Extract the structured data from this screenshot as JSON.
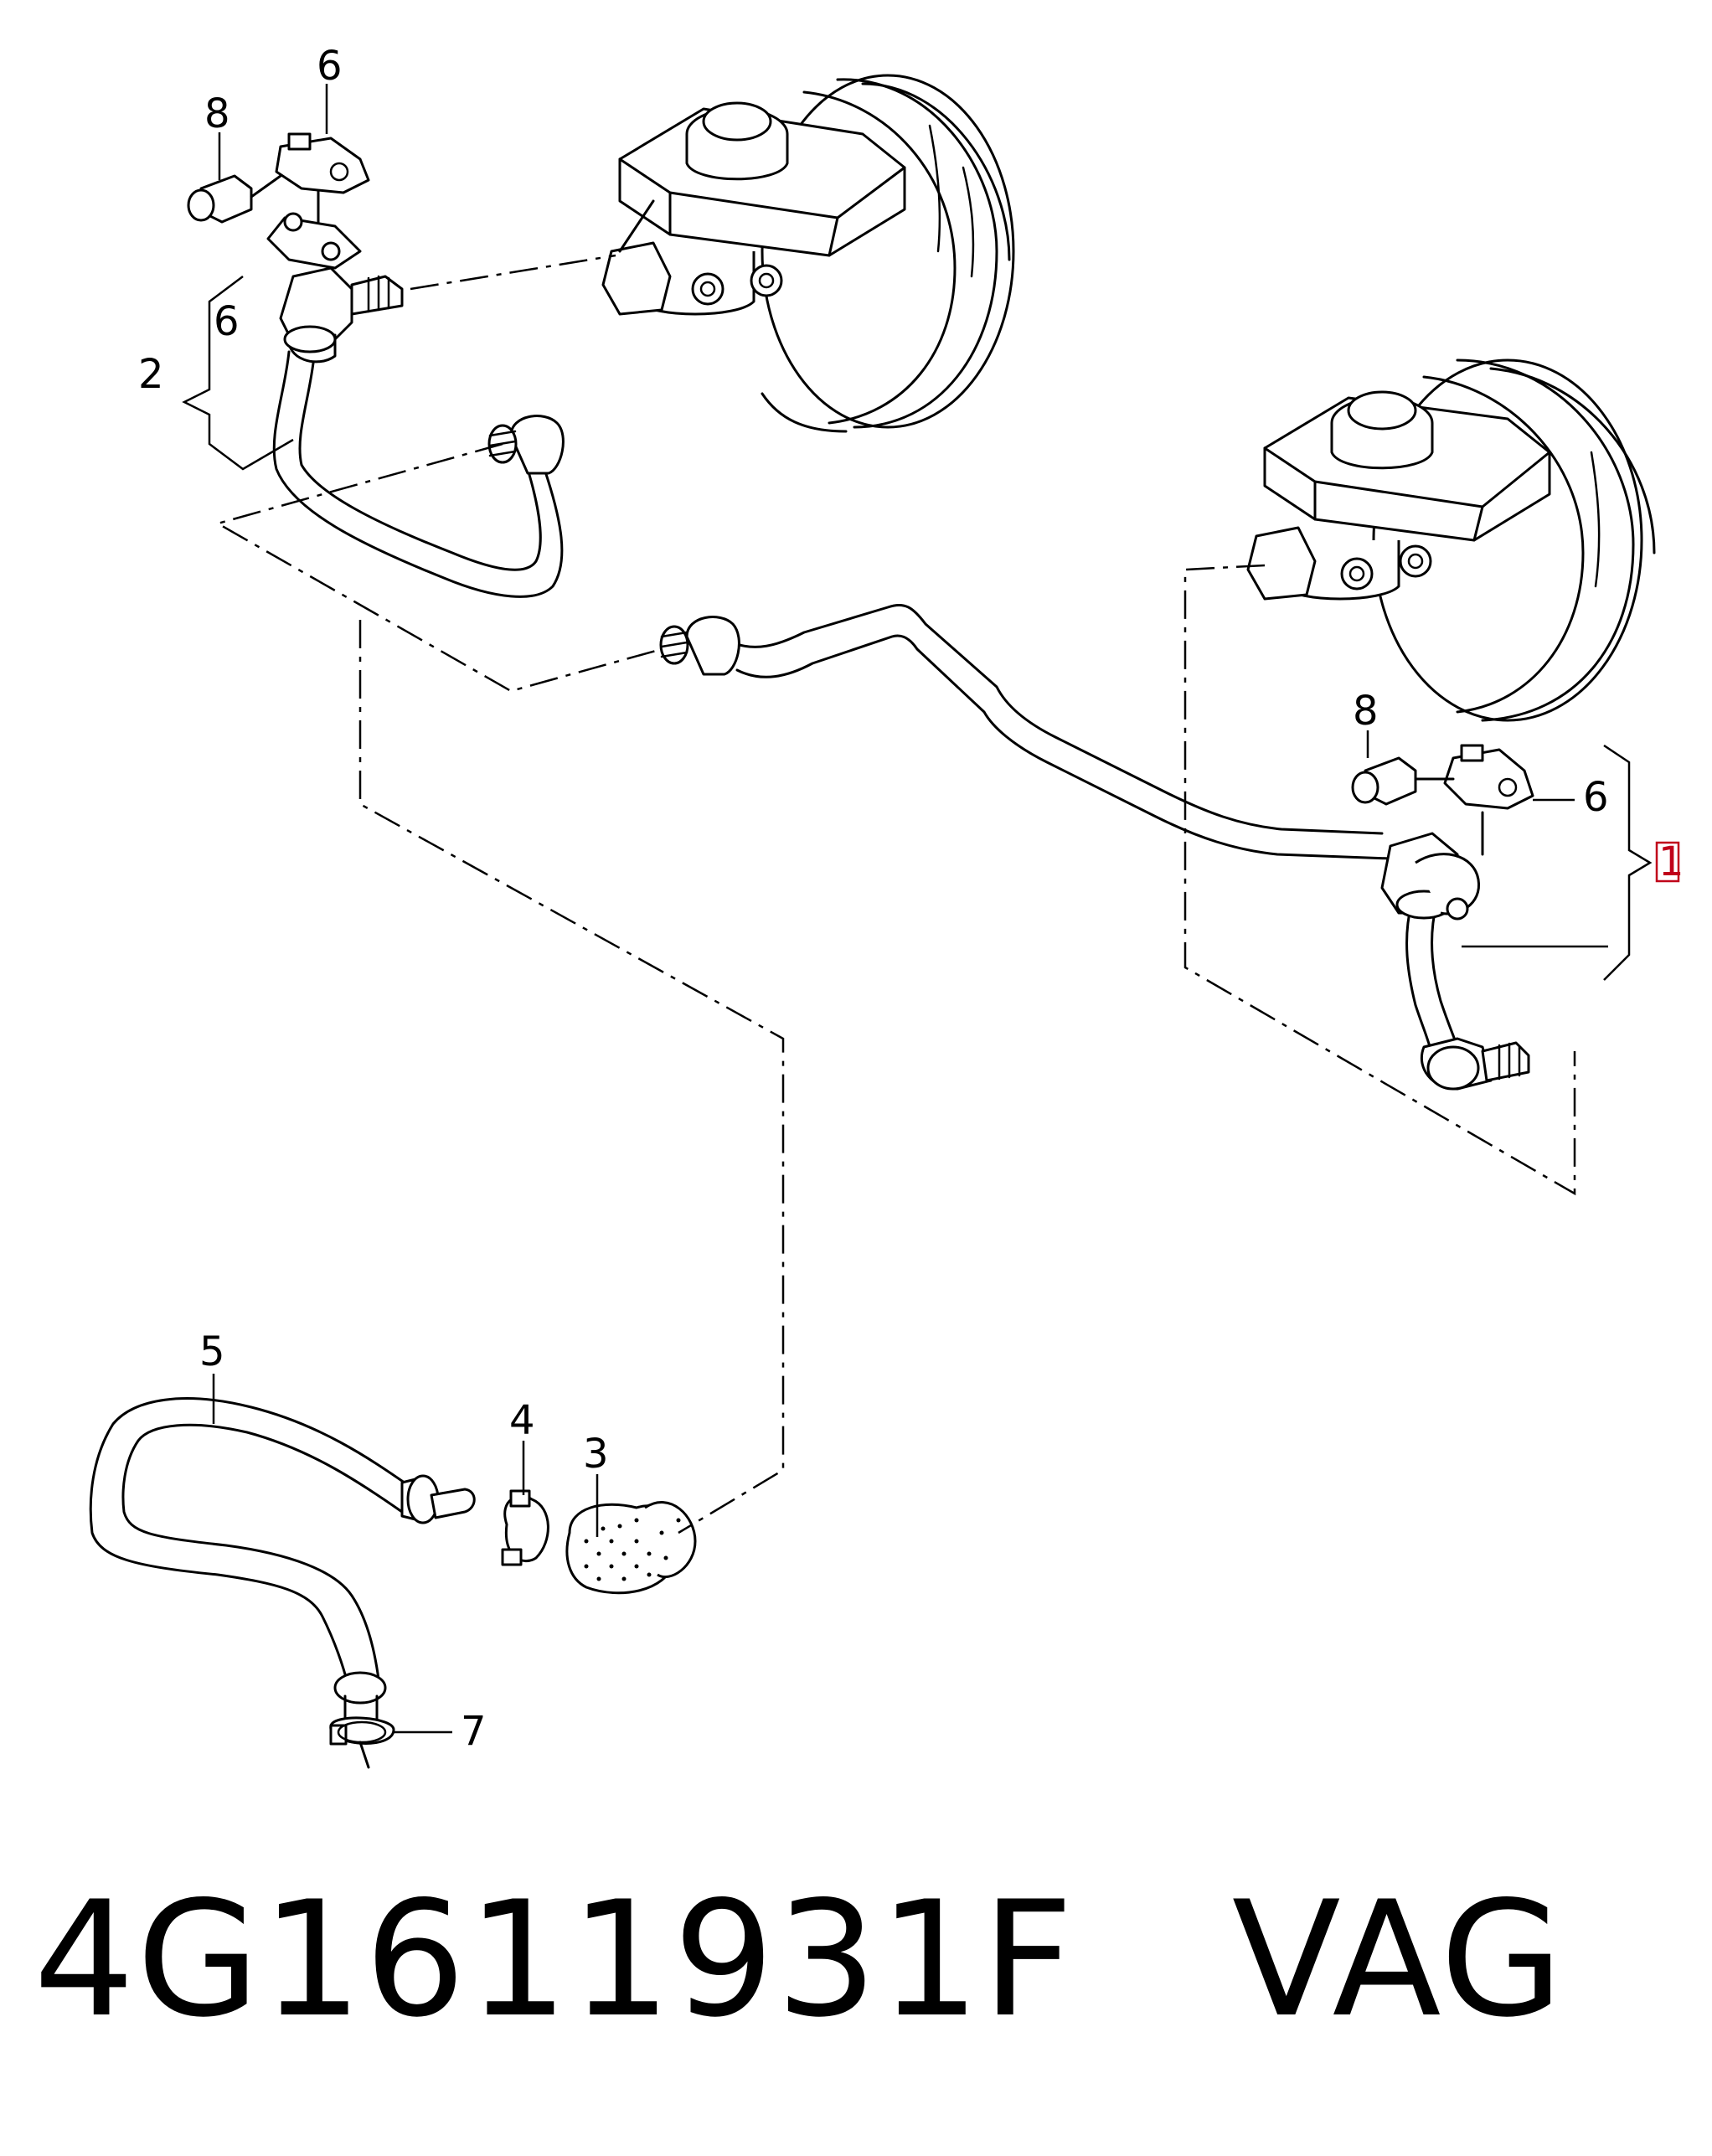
{
  "callouts": {
    "c1": "1",
    "c2": "2",
    "c3": "3",
    "c4": "4",
    "c5": "5",
    "c6a": "6",
    "c6b": "6",
    "c6c": "6",
    "c7": "7",
    "c8a": "8",
    "c8b": "8"
  },
  "caption": {
    "part_number": "4G1611931F",
    "brand": "VAG",
    "separator": "   "
  },
  "colors": {
    "line": "#000000",
    "highlight": "#c0001a",
    "background": "#ffffff"
  }
}
